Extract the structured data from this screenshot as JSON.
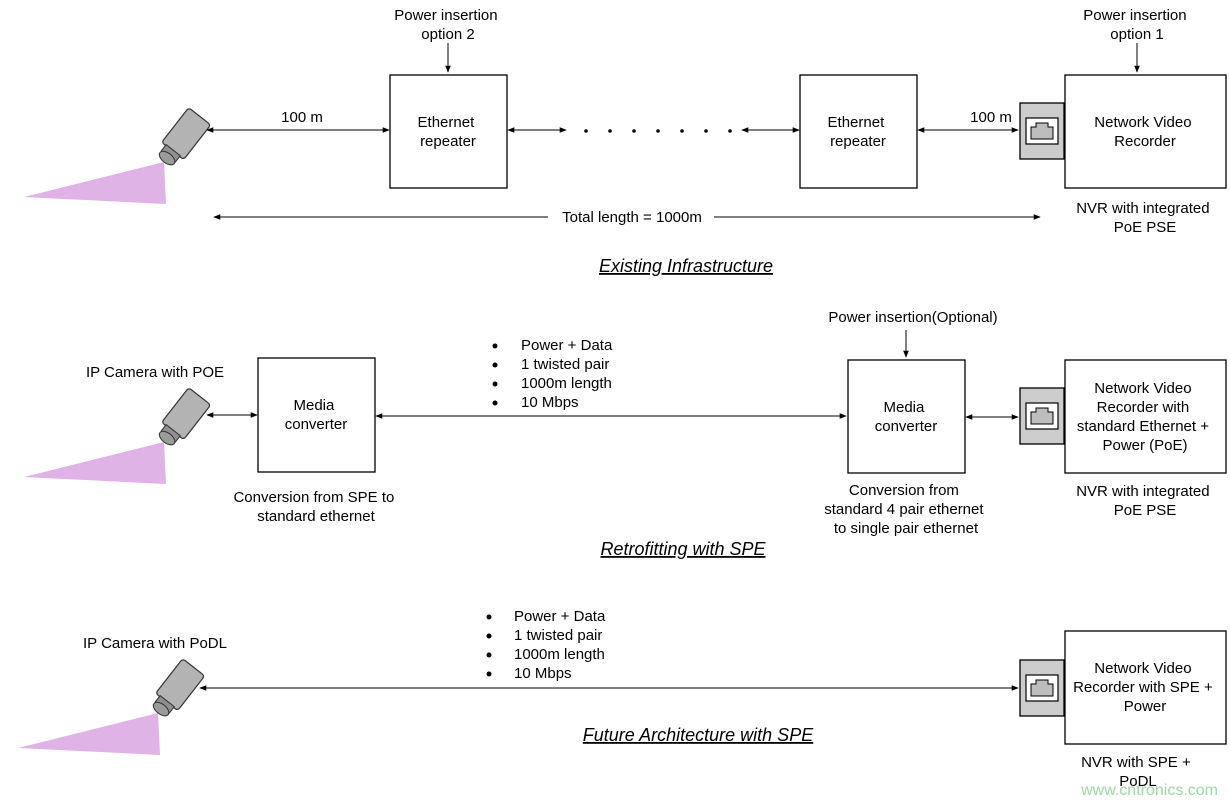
{
  "section1": {
    "title": "Existing Infrastructure",
    "power_option_2": [
      "Power insertion",
      "option 2"
    ],
    "power_option_1": [
      "Power insertion",
      "option 1"
    ],
    "repeater_1": [
      "Ethernet",
      "repeater"
    ],
    "repeater_2": [
      "Ethernet",
      "repeater"
    ],
    "distance_left": "100 m",
    "distance_right": "100 m",
    "total_length": "Total length = 1000m",
    "nvr": [
      "Network Video",
      "Recorder"
    ],
    "nvr_caption": [
      "NVR with integrated",
      "PoE PSE"
    ]
  },
  "section2": {
    "title": "Retrofitting with SPE",
    "camera_label": "IP Camera with POE",
    "media_converter_left": [
      "Media",
      "converter"
    ],
    "media_converter_right": [
      "Media",
      "converter"
    ],
    "power_optional": "Power insertion(Optional)",
    "bullets": [
      "Power + Data",
      "1 twisted pair",
      "1000m length",
      "10 Mbps"
    ],
    "conversion_left": [
      "Conversion from SPE to",
      "standard ethernet"
    ],
    "conversion_right": [
      "Conversion from",
      "standard 4 pair ethernet",
      "to single pair ethernet"
    ],
    "nvr": [
      "Network Video",
      "Recorder with",
      "standard Ethernet +",
      "Power (PoE)"
    ],
    "nvr_caption": [
      "NVR with integrated",
      "PoE PSE"
    ]
  },
  "section3": {
    "title": "Future Architecture with SPE",
    "camera_label": "IP Camera with PoDL",
    "bullets": [
      "Power + Data",
      "1 twisted pair",
      "1000m length",
      "10 Mbps"
    ],
    "nvr": [
      "Network Video",
      "Recorder with SPE +",
      "Power"
    ],
    "nvr_caption": [
      "NVR with SPE +",
      "PoDL"
    ]
  },
  "watermark": "www.cntronics.com",
  "colors": {
    "camera_beam": "#e0b3e6",
    "camera_body": "#b3b3b3",
    "port_fill": "#cccccc",
    "watermark": "#9dd8a4"
  },
  "icons": {
    "camera": "cctv-camera-icon",
    "port": "ethernet-port-icon"
  }
}
